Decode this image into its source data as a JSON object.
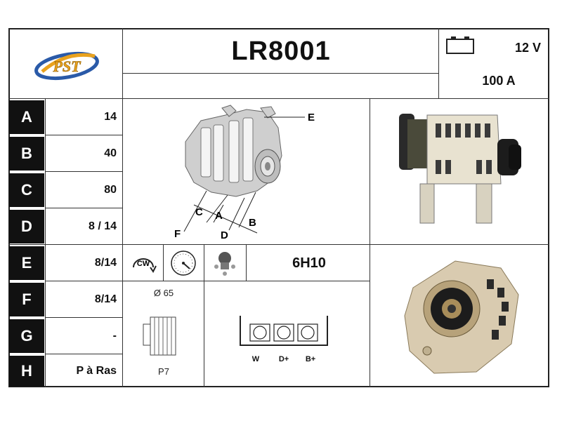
{
  "header": {
    "logo_text": "PST",
    "part_number": "LR8001",
    "voltage": "12 V",
    "current": "100 A",
    "battery_icon": "battery-icon"
  },
  "rows": [
    {
      "label": "A",
      "value": "14"
    },
    {
      "label": "B",
      "value": "40"
    },
    {
      "label": "C",
      "value": "80"
    },
    {
      "label": "D",
      "value": "8 / 14"
    },
    {
      "label": "E",
      "value": "8/14"
    },
    {
      "label": "F",
      "value": "8/14"
    },
    {
      "label": "G",
      "value": "-"
    },
    {
      "label": "H",
      "value": "P à Ras"
    }
  ],
  "diagram": {
    "callouts": {
      "e": "E",
      "c": "C",
      "a": "A",
      "b": "B",
      "f": "F",
      "d": "D"
    }
  },
  "icons": [
    "rotation-cw-icon",
    "gauge-icon",
    "regulator-icon"
  ],
  "rotation_label": "CW",
  "regulator_code": "6H10",
  "pulley": {
    "diameter": "Ø 65",
    "type": "P7"
  },
  "connector": {
    "terminals": [
      "W",
      "D+",
      "B+"
    ]
  }
}
